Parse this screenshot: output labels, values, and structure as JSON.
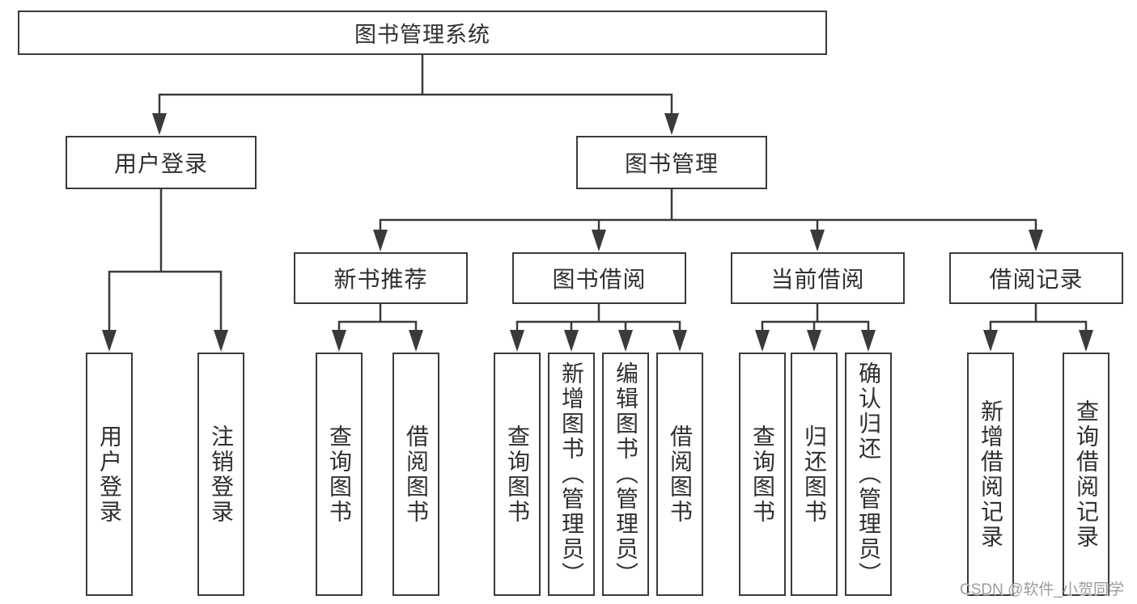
{
  "diagram_type": "hierarchy-tree",
  "nodes": {
    "root": "图书管理系统",
    "l2": [
      "用户登录",
      "图书管理"
    ],
    "l3": [
      "新书推荐",
      "图书借阅",
      "当前借阅",
      "借阅记录"
    ],
    "leaves": [
      "用户登录",
      "注销登录",
      "查询图书",
      "借阅图书",
      "查询图书",
      "新增图书（管理员）",
      "编辑图书（管理员）",
      "借阅图书",
      "查询图书",
      "归还图书",
      "确认归还（管理员）",
      "新增借阅记录",
      "查询借阅记录"
    ]
  },
  "watermark": "CSDN @软件_小贺同学",
  "colors": {
    "line": "#3a3a3a",
    "box_border": "#3a3a3a",
    "text": "#2f2f2f",
    "watermark": "#9c9c9c",
    "background": "#ffffff"
  }
}
